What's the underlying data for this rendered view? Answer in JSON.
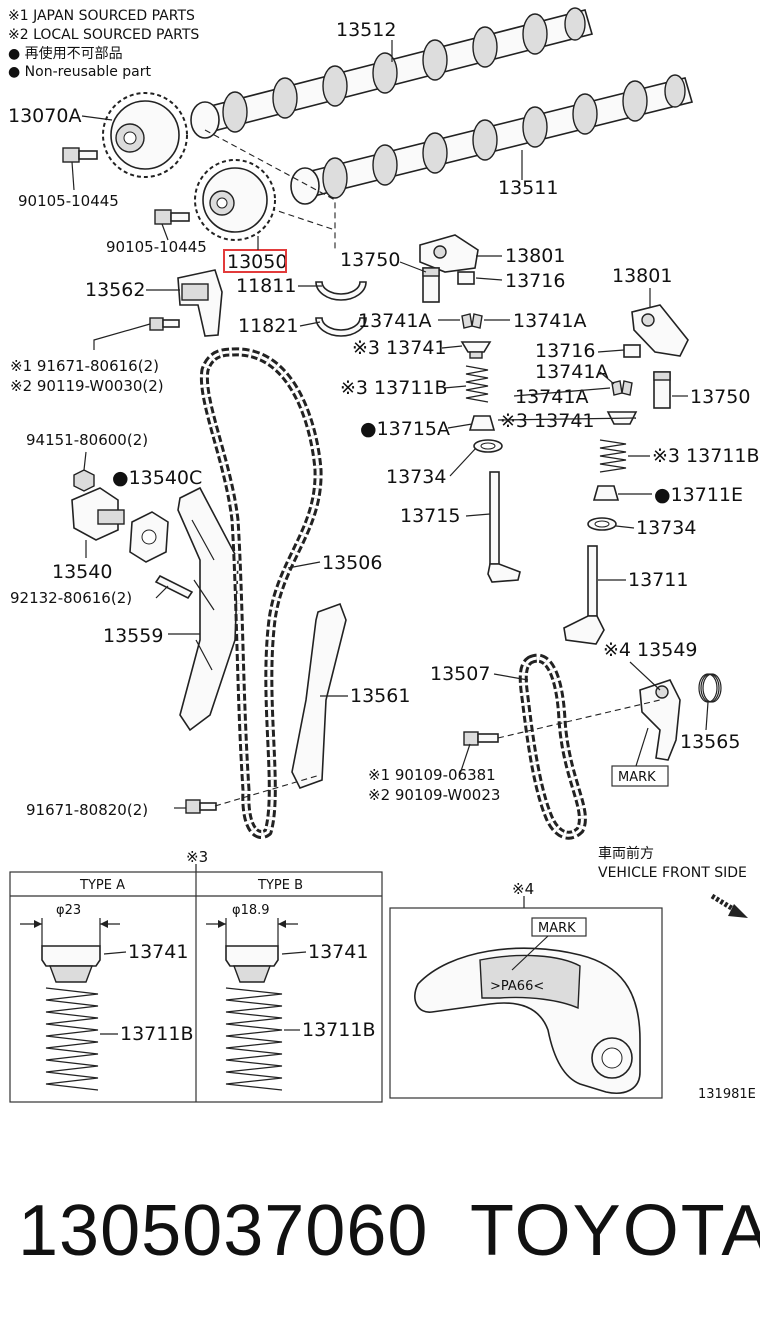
{
  "notes": {
    "japan": "※1 JAPAN SOURCED PARTS",
    "local": "※2 LOCAL SOURCED PARTS",
    "nonreusable_jp": "● 再使用不可部品",
    "nonreusable_en": "● Non-reusable part"
  },
  "labels": {
    "p13512": "13512",
    "p13070A": "13070A",
    "p13511": "13511",
    "p90105a": "90105-10445",
    "p90105b": "90105-10445",
    "p13050": "13050",
    "p13750a": "13750",
    "p13801a": "13801",
    "p13716a": "13716",
    "p11811": "11811",
    "p13562": "13562",
    "p13801b": "13801",
    "p11821": "11821",
    "p13741Aa": "13741A",
    "p13741Ab": "13741A",
    "p91671a": "※1 91671-80616(2)",
    "p90119": "※2 90119-W0030(2)",
    "p13741a": "※3 13741",
    "p13716b": "13716",
    "p13741Ac": "13741A",
    "p13711Ba": "※3 13711B",
    "p13750b": "13750",
    "p94151": "94151-80600(2)",
    "p13715A": "●13715A",
    "p13741b": "※3 13741",
    "p13540C": "●13540C",
    "p13734a": "13734",
    "p13711Bb": "※3 13711B",
    "p13711E": "●13711E",
    "p13715": "13715",
    "p13734b": "13734",
    "p13506": "13506",
    "p13540": "13540",
    "p13711": "13711",
    "p92132": "92132-80616(2)",
    "p13559": "13559",
    "p13549": "※4 13549",
    "p13507": "13507",
    "p13561": "13561",
    "p13565": "13565",
    "mark_a": "MARK",
    "p90109a": "※1 90109-06381",
    "p90109b": "※2 90109-W0023",
    "p91671b": "91671-80820(2)",
    "front_jp": "車両前方",
    "front_en": "VEHICLE FRONT SIDE"
  },
  "detail3": {
    "ref": "※3",
    "type_a": "TYPE A",
    "type_b": "TYPE B",
    "dia_a": "φ23",
    "dia_b": "φ18.9",
    "retainer_a": "13741",
    "retainer_b": "13741",
    "spring_a": "13711B",
    "spring_b": "13711B"
  },
  "detail4": {
    "ref": "※4",
    "mark": "MARK",
    "stamp": ">PA66<"
  },
  "figure_id": "131981E",
  "footer": {
    "part_number": "1305037060",
    "brand": "TOYOTA"
  },
  "colors": {
    "highlight": "#e23b3b",
    "ink": "#111111"
  }
}
